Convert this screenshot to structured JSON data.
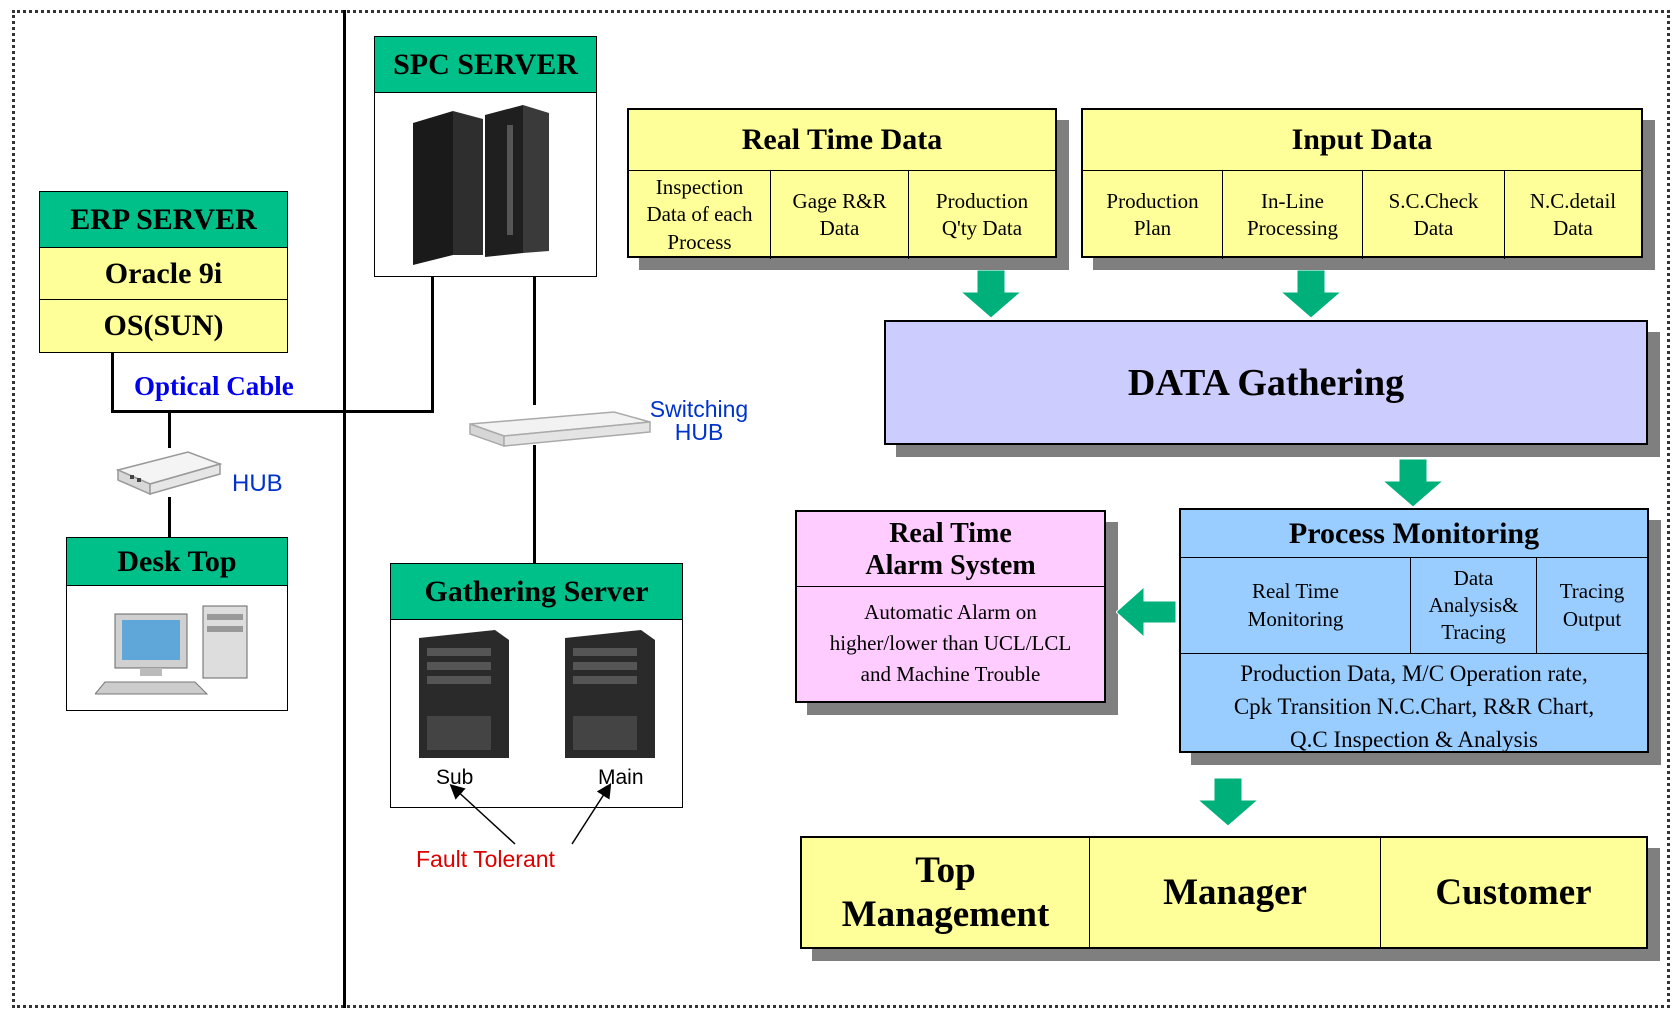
{
  "erp": {
    "title": "ERP SERVER",
    "row1": "Oracle 9i",
    "row2": "OS(SUN)"
  },
  "optical_cable": "Optical Cable",
  "hub_label": "HUB",
  "desktop": {
    "title": "Desk Top"
  },
  "spc": {
    "title": "SPC SERVER"
  },
  "switching_hub": {
    "line1": "Switching",
    "line2": "HUB"
  },
  "gathering": {
    "title": "Gathering Server",
    "sub": "Sub",
    "main": "Main"
  },
  "fault_tolerant": "Fault Tolerant",
  "real_time_data": {
    "title": "Real Time Data",
    "cells": [
      "Inspection\nData of each\nProcess",
      "Gage R&R\nData",
      "Production\nQ'ty Data"
    ]
  },
  "input_data": {
    "title": "Input Data",
    "cells": [
      "Production\nPlan",
      "In-Line\nProcessing",
      "S.C.Check\nData",
      "N.C.detail\nData"
    ]
  },
  "data_gathering": "DATA Gathering",
  "alarm": {
    "title_line1": "Real Time",
    "title_line2": "Alarm System",
    "body": "Automatic Alarm on\nhigher/lower than UCL/LCL\nand Machine Trouble"
  },
  "process_monitoring": {
    "title": "Process Monitoring",
    "cells": [
      "Real Time\nMonitoring",
      "Data\nAnalysis&\nTracing",
      "Tracing\nOutput"
    ],
    "footer": "Production Data, M/C Operation rate,\nCpk Transition N.C.Chart, R&R Chart,\nQ.C Inspection & Analysis"
  },
  "audience": [
    "Top\nManagement",
    "Manager",
    "Customer"
  ],
  "colors": {
    "green": "#00c08a",
    "yellow": "#ffff99",
    "lavender": "#ccccff",
    "pink": "#ffccff",
    "blue": "#99ccff",
    "arrow": "#00b07a"
  }
}
